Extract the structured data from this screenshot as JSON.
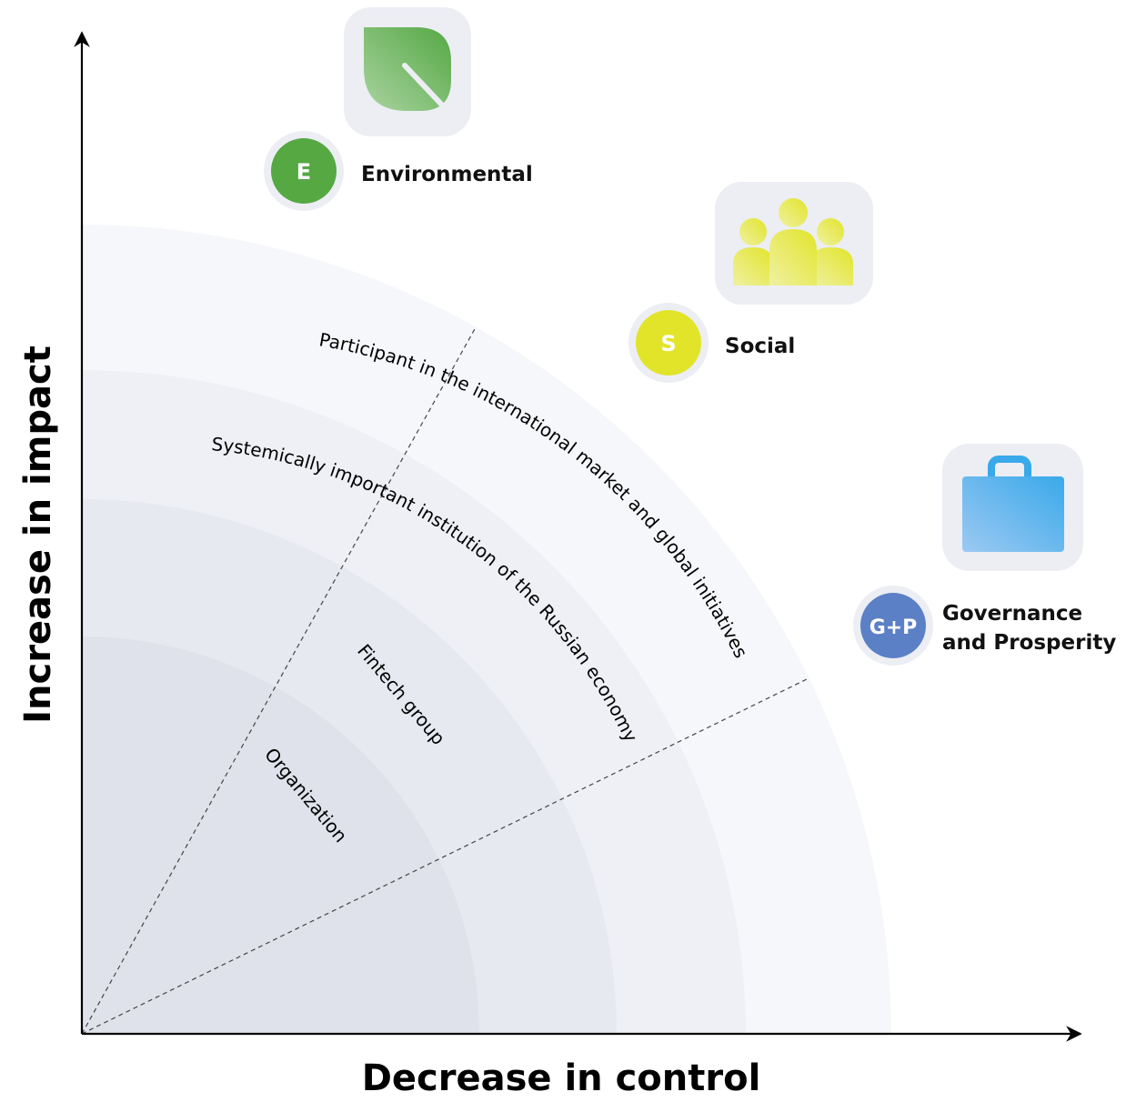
{
  "axes": {
    "x_title": "Decrease in control",
    "y_title": "Increase in impact"
  },
  "rings": [
    {
      "label": "Organization",
      "color": "#dfe2ea"
    },
    {
      "label": "Fintech group",
      "color": "#e7e9f1"
    },
    {
      "label": "Systemically important institution of the Russian economy",
      "color": "#eff0f5"
    },
    {
      "label": "Participant in the international market and global initiatives",
      "color": "#f6f7fa"
    }
  ],
  "categories": [
    {
      "badge": "E",
      "label_lines": [
        "Environmental"
      ],
      "color": "#56a843",
      "icon": "leaf-icon"
    },
    {
      "badge": "S",
      "label_lines": [
        "Social"
      ],
      "color": "#e2e42a",
      "icon": "people-group-icon"
    },
    {
      "badge": "G+P",
      "label_lines": [
        "Governance",
        "and Prosperity"
      ],
      "color": "#5b80c6",
      "icon": "briefcase-icon"
    }
  ]
}
